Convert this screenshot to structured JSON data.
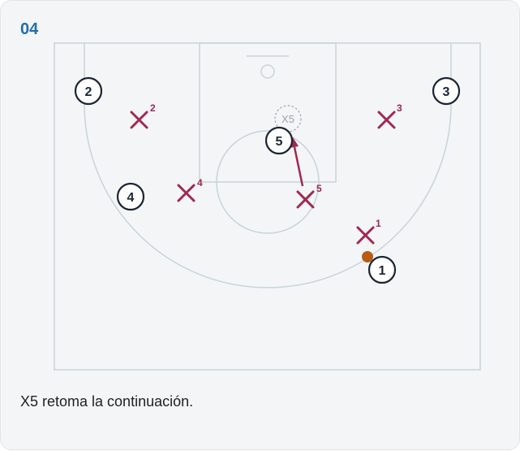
{
  "step": {
    "number": "04"
  },
  "caption": "X5 retoma la continuación.",
  "colors": {
    "court_line": "#c6d4dc",
    "offense": "#1a2433",
    "defense": "#a0294f",
    "ball": "#b85c13",
    "ghost": "#9aa4ad",
    "accent": "#1f6fb0"
  },
  "offense_players": [
    {
      "label": "1"
    },
    {
      "label": "2"
    },
    {
      "label": "3"
    },
    {
      "label": "4"
    },
    {
      "label": "5"
    }
  ],
  "defense_players": [
    {
      "label": "1"
    },
    {
      "label": "2"
    },
    {
      "label": "3"
    },
    {
      "label": "4"
    },
    {
      "label": "5"
    }
  ],
  "ghost_defender": {
    "label": "X5"
  }
}
